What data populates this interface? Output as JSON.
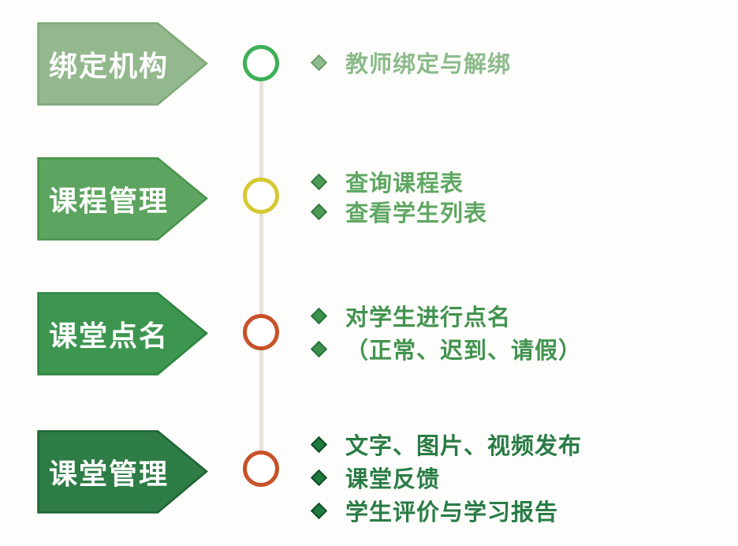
{
  "diagram": {
    "background_color": "#fdfdfb",
    "timeline_color": "#e6e2db",
    "banner_text_color": "#ffffff",
    "sections": [
      {
        "banner": "绑定机构",
        "banner_fill": "#93b88d",
        "banner_border": "#7fa878",
        "circle_color": "#3cb057",
        "text_color": "#8cba8b",
        "diamond_fill": "#8fbc8f",
        "diamond_border": "#6f9e6f",
        "items": [
          "教师绑定与解绑"
        ]
      },
      {
        "banner": "课程管理",
        "banner_fill": "#5ca45f",
        "banner_border": "#46934c",
        "circle_color": "#d6c832",
        "text_color": "#5fa763",
        "diamond_fill": "#4d9b57",
        "diamond_border": "#357a42",
        "items": [
          "查询课程表",
          "查看学生列表"
        ]
      },
      {
        "banner": "课堂点名",
        "banner_fill": "#3d9650",
        "banner_border": "#2d8440",
        "circle_color": "#c75129",
        "text_color": "#42934f",
        "diamond_fill": "#3e914d",
        "diamond_border": "#27743a",
        "items": [
          "对学生进行点名",
          "（正常、迟到、请假）"
        ]
      },
      {
        "banner": "课堂管理",
        "banner_fill": "#2e7c46",
        "banner_border": "#1d6434",
        "circle_color": "#c75129",
        "text_color": "#2a7c45",
        "diamond_fill": "#1e7a3d",
        "diamond_border": "#124f28",
        "items": [
          "文字、图片、视频发布",
          "课堂反馈",
          "学生评价与学习报告"
        ]
      }
    ]
  }
}
